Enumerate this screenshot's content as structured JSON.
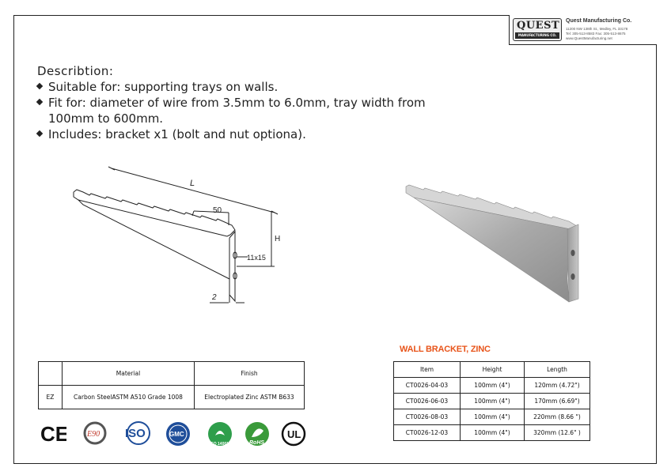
{
  "logo": {
    "badge_text": "QUEST",
    "badge_sub": "MANUFACTURING CO.",
    "company": "Quest Manufacturing Co.",
    "address": "11200 NW 138th St., Medley, FL 33178",
    "phone": "Tel: 305-513-8583   Fax: 305-513-8675",
    "web": "www.QuestManufacturing.net"
  },
  "description": {
    "title": "Describtion:",
    "bullets": [
      "Suitable for: supporting trays on walls.",
      "Fit for: diameter of wire from 3.5mm to 6.0mm, tray width from",
      "Includes: bracket x1 (bolt and nut optiona)."
    ],
    "bullet2_cont": "100mm to 600mm."
  },
  "drawing": {
    "dim_L": "L",
    "dim_50": "50",
    "dim_H": "H",
    "dim_slot": "11x15",
    "dim_2": "2"
  },
  "material_table": {
    "headers": [
      "",
      "Material",
      "Finish"
    ],
    "row": [
      "EZ",
      "Carbon SteelASTM A510 Grade 1008",
      "Electroplated Zinc ASTM B633"
    ]
  },
  "size_section": {
    "title": "WALL BRACKET, ZINC",
    "headers": [
      "Item",
      "Height",
      "Length"
    ],
    "rows": [
      [
        "CT0026-04-03",
        "100mm (4\")",
        "120mm (4.72\")"
      ],
      [
        "CT0026-06-03",
        "100mm (4\")",
        "170mm (6.69\")"
      ],
      [
        "CT0026-08-03",
        "100mm (4\")",
        "220mm  (8.66 \")"
      ],
      [
        "CT0026-12-03",
        "100mm (4\")",
        "320mm  (12.6\" )"
      ]
    ]
  },
  "certifications": {
    "ce": "CE",
    "e90": "E90",
    "iso": "ISO",
    "gmc": "GMC",
    "iso14001": "ISO 14001",
    "rohs": "RoHS",
    "ul": "UL"
  },
  "colors": {
    "accent": "#e8541a",
    "photo_metal": "#b9b9b9"
  }
}
